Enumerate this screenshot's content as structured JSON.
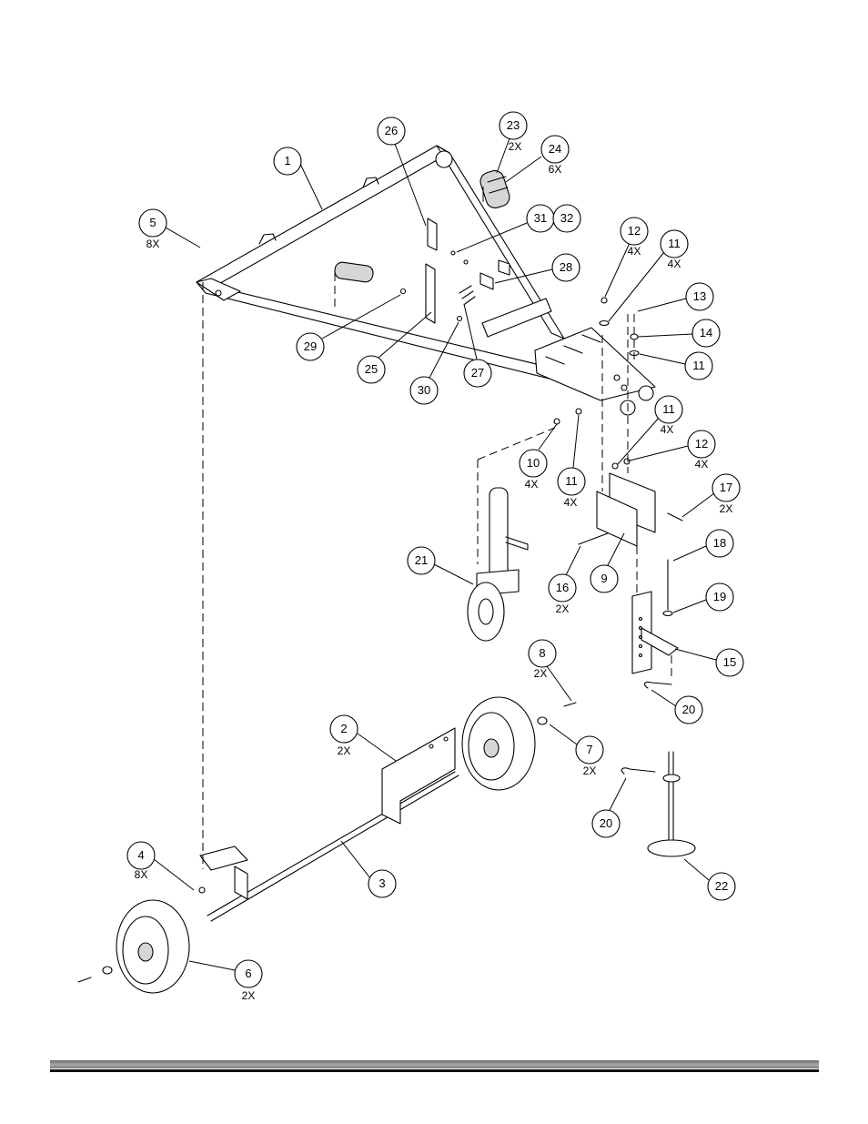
{
  "diagram": {
    "type": "exploded-parts-view",
    "callouts": [
      {
        "id": "c1",
        "number": "1",
        "qty": ""
      },
      {
        "id": "c2",
        "number": "2",
        "qty": "2X"
      },
      {
        "id": "c3",
        "number": "3",
        "qty": ""
      },
      {
        "id": "c4",
        "number": "4",
        "qty": "8X"
      },
      {
        "id": "c5",
        "number": "5",
        "qty": "8X"
      },
      {
        "id": "c6",
        "number": "6",
        "qty": "2X"
      },
      {
        "id": "c7",
        "number": "7",
        "qty": "2X"
      },
      {
        "id": "c8",
        "number": "8",
        "qty": "2X"
      },
      {
        "id": "c9",
        "number": "9",
        "qty": ""
      },
      {
        "id": "c10",
        "number": "10",
        "qty": "4X"
      },
      {
        "id": "c11a",
        "number": "11",
        "qty": "4X"
      },
      {
        "id": "c11b",
        "number": "11",
        "qty": ""
      },
      {
        "id": "c11c",
        "number": "11",
        "qty": "4X"
      },
      {
        "id": "c11d",
        "number": "11",
        "qty": "4X"
      },
      {
        "id": "c12a",
        "number": "12",
        "qty": "4X"
      },
      {
        "id": "c12b",
        "number": "12",
        "qty": "4X"
      },
      {
        "id": "c13",
        "number": "13",
        "qty": ""
      },
      {
        "id": "c14",
        "number": "14",
        "qty": ""
      },
      {
        "id": "c15",
        "number": "15",
        "qty": ""
      },
      {
        "id": "c16",
        "number": "16",
        "qty": "2X"
      },
      {
        "id": "c17",
        "number": "17",
        "qty": "2X"
      },
      {
        "id": "c18",
        "number": "18",
        "qty": ""
      },
      {
        "id": "c19",
        "number": "19",
        "qty": ""
      },
      {
        "id": "c20a",
        "number": "20",
        "qty": ""
      },
      {
        "id": "c20b",
        "number": "20",
        "qty": ""
      },
      {
        "id": "c21",
        "number": "21",
        "qty": ""
      },
      {
        "id": "c22",
        "number": "22",
        "qty": ""
      },
      {
        "id": "c23",
        "number": "23",
        "qty": "2X"
      },
      {
        "id": "c24",
        "number": "24",
        "qty": "6X"
      },
      {
        "id": "c25",
        "number": "25",
        "qty": ""
      },
      {
        "id": "c26",
        "number": "26",
        "qty": ""
      },
      {
        "id": "c27",
        "number": "27",
        "qty": ""
      },
      {
        "id": "c28",
        "number": "28",
        "qty": ""
      },
      {
        "id": "c29",
        "number": "29",
        "qty": ""
      },
      {
        "id": "c30",
        "number": "30",
        "qty": ""
      },
      {
        "id": "c31",
        "number": "31",
        "qty": ""
      },
      {
        "id": "c32",
        "number": "32",
        "qty": ""
      }
    ]
  }
}
